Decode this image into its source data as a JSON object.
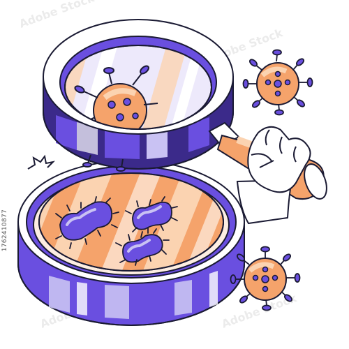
{
  "image": {
    "stock_id": "1762410877",
    "watermark": "Adobe Stock",
    "alt": "Magnifying glass held by a hand above a petri dish with bacteria, with virus particles floating nearby"
  },
  "colors": {
    "outline": "#1a1a33",
    "purple": "#6a4fe0",
    "purple_dark": "#3b2a8a",
    "lavender": "#c9c2f3",
    "orange": "#f5a36b",
    "peach": "#fbd3b1",
    "pale": "#fdeee2",
    "white": "#ffffff"
  }
}
